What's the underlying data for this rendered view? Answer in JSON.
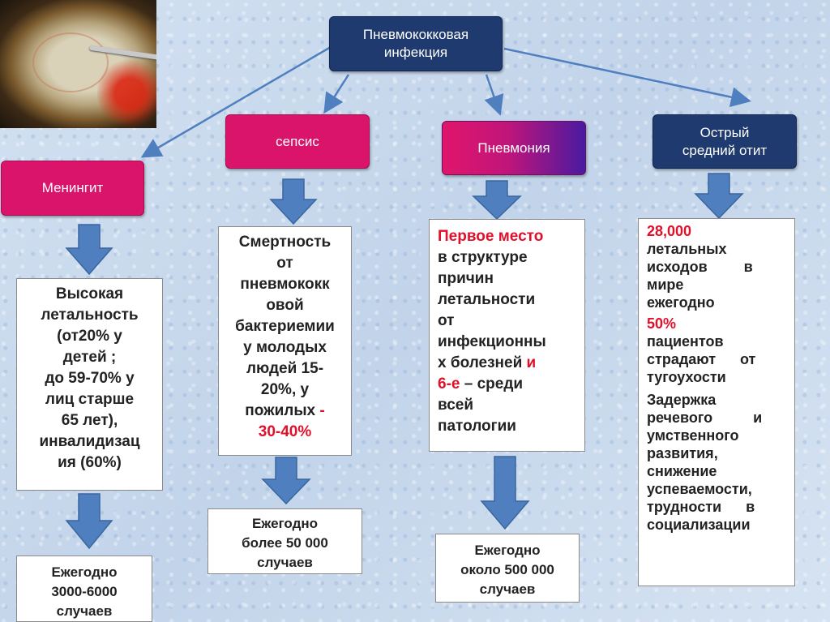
{
  "root": {
    "title": "Пневмококковая инфекция"
  },
  "columns": {
    "meningitis": {
      "header": "Менингит",
      "box1": [
        "Высокая",
        "летальность",
        "(от20% у",
        "детей ;",
        "до 59-70% у",
        "лиц старше",
        "65 лет),",
        "инвалидизац",
        "ия (60%)"
      ],
      "box2": [
        "Ежегодно",
        "3000-6000",
        "случаев"
      ]
    },
    "sepsis": {
      "header": "сепсис",
      "box1": [
        "Смертность",
        "от",
        "пневмококк",
        "овой",
        "бактериемии",
        "у молодых",
        "людей 15-",
        "20%, у"
      ],
      "box1_tail_black": "пожилых ",
      "box1_tail_red": "-",
      "box1_red_last": "30-40%",
      "box2": [
        "Ежегодно",
        "более 50 000",
        "случаев"
      ]
    },
    "pneumonia": {
      "header": "Пневмония",
      "box1_red_first": "Первое место",
      "box1": [
        "в структуре",
        "причин",
        "летальности",
        "от",
        "инфекционны"
      ],
      "box1_line_black": "х болезней ",
      "box1_line_red": "и",
      "box1_red_2": "6-е",
      "box1_after_red": " – среди",
      "box1_end": [
        "всей",
        "патологии"
      ],
      "box2": [
        "Ежегодно",
        "около 500 000",
        "случаев"
      ]
    },
    "otitis": {
      "header_l1": "Острый",
      "header_l2": "средний отит",
      "red_1": "28,000",
      "text_1": [
        "летальных",
        "исходов         в",
        "мире",
        "ежегодно"
      ],
      "red_2": "50%",
      "text_2": [
        "пациентов",
        "страдают      от",
        "тугоухости"
      ],
      "text_3": [
        "Задержка",
        "речевого          и",
        "умственного",
        "развития,",
        "снижение",
        "успеваемости,",
        "трудности      в",
        "социализации"
      ]
    }
  },
  "colors": {
    "navy": "#1f3a6e",
    "pink": "#d9146a",
    "arrow": "#4f7fbf",
    "red": "#e0102a"
  }
}
